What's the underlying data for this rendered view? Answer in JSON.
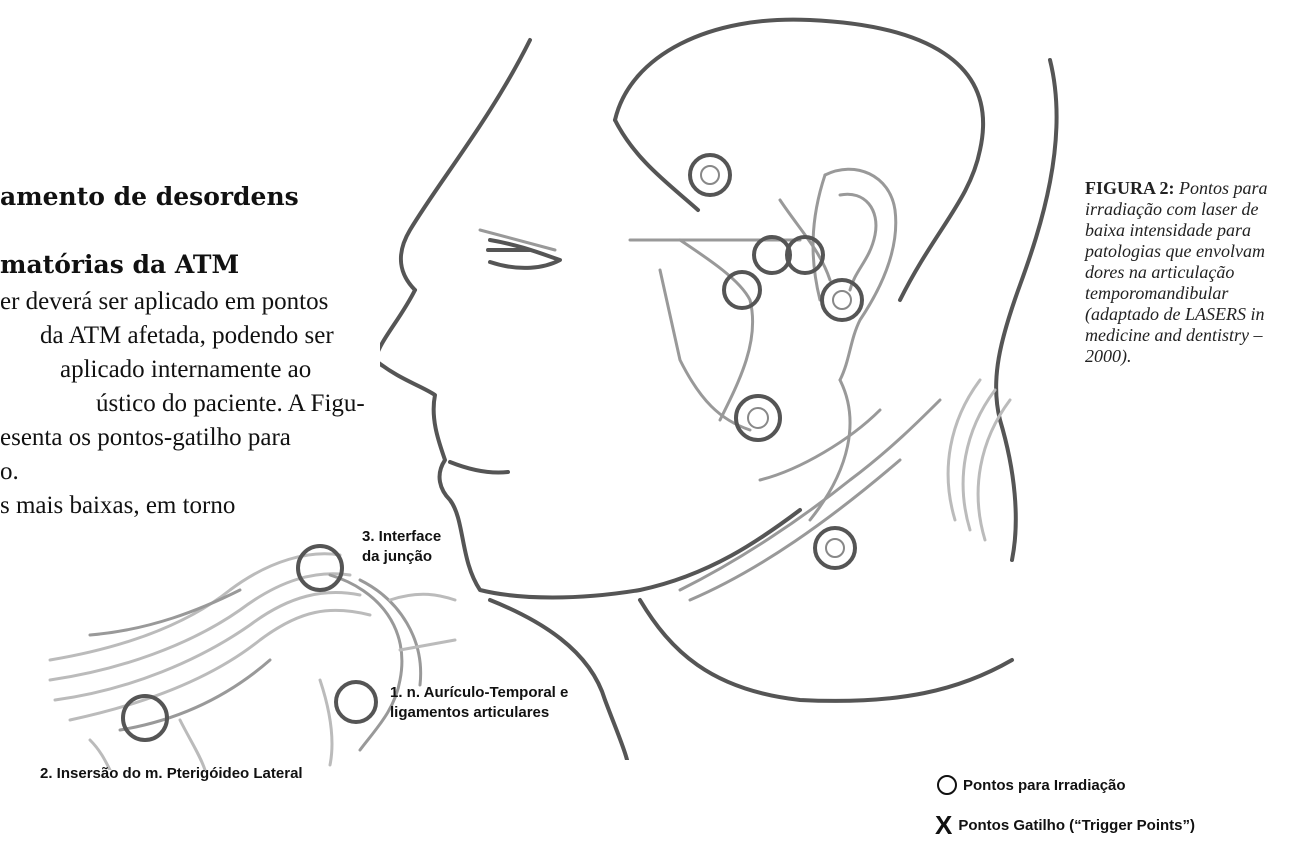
{
  "text_block": {
    "heading_line1": "amento de desordens",
    "heading_line2": "matórias da ATM",
    "body_lines": [
      "er deverá ser aplicado em pontos",
      "da ATM afetada, podendo ser",
      "aplicado internamente ao",
      "ústico do paciente. A Figu-",
      "esenta os pontos-gatilho para",
      "o.",
      "s mais baixas, em torno"
    ]
  },
  "joint_labels": {
    "label_1": "1. n. Aurículo-Temporal e\nligamentos articulares",
    "label_2": "2. Insersão do m. Pterigóideo Lateral",
    "label_3": "3. Interface\nda junção"
  },
  "caption": {
    "title": "FIGURA 2:",
    "body": "Pontos para irradiação com laser de baixa intensidade para patologias que envolvam dores na articulação temporomandibular (adaptado de LASERS in medicine and dentistry – 2000)."
  },
  "legend": {
    "circle_label": "Pontos para Irradiação",
    "x_symbol": "X",
    "x_label": "Pontos Gatilho (“Trigger Points”)"
  }
}
